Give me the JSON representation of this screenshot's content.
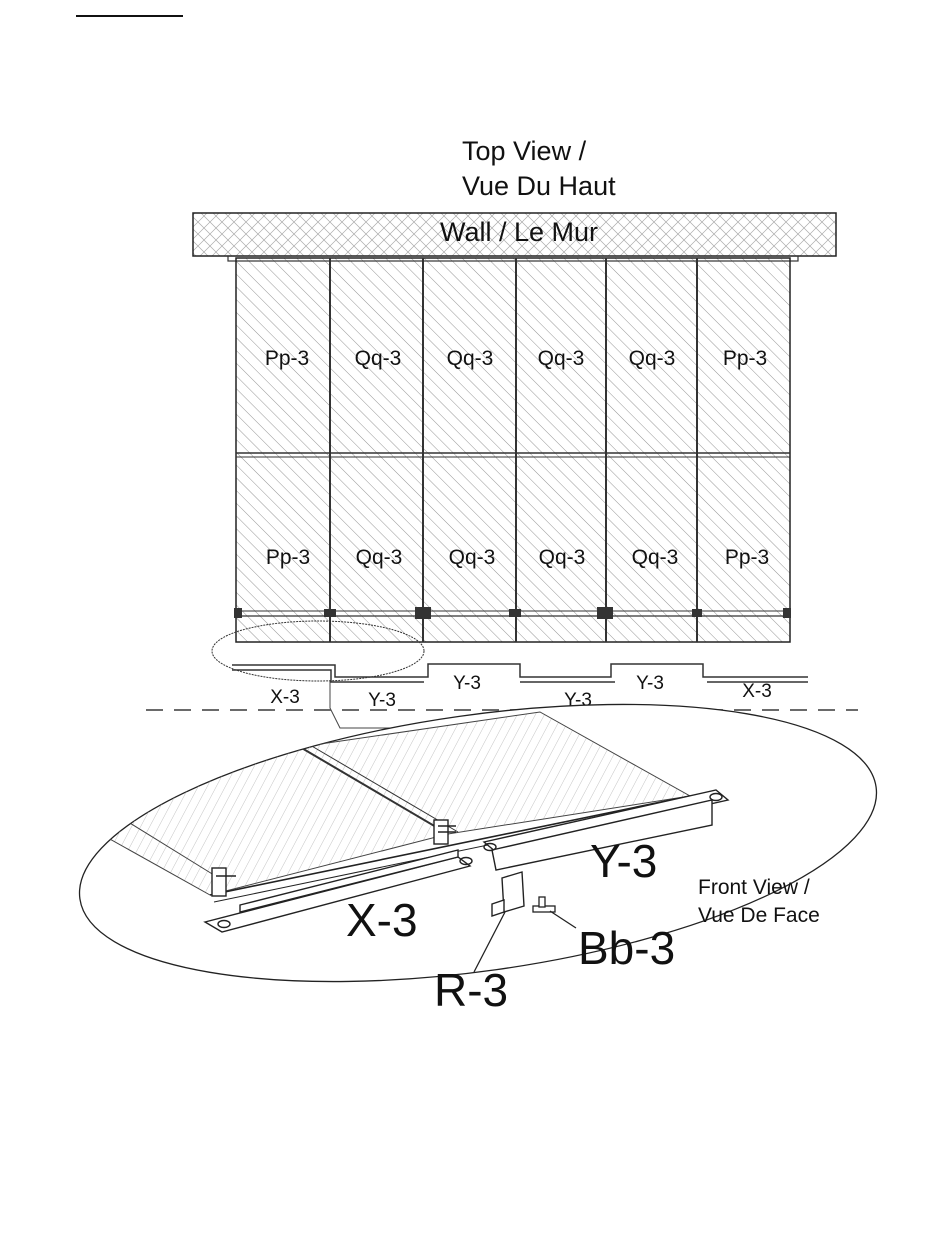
{
  "top_view": {
    "title_line1": "Top View /",
    "title_line2": "Vue Du Haut",
    "wall_label": "Wall / Le Mur",
    "panels_row1": [
      "Pp-3",
      "Qq-3",
      "Qq-3",
      "Qq-3",
      "Qq-3",
      "Pp-3"
    ],
    "panels_row2": [
      "Pp-3",
      "Qq-3",
      "Qq-3",
      "Qq-3",
      "Qq-3",
      "Pp-3"
    ],
    "rail_labels": [
      "X-3",
      "Y-3",
      "Y-3",
      "Y-3",
      "Y-3",
      "X-3"
    ]
  },
  "front_view": {
    "title_line1": "Front View /",
    "title_line2": "Vue De Face",
    "part_x": "X-3",
    "part_y": "Y-3",
    "part_r": "R-3",
    "part_bb": "Bb-3"
  },
  "colors": {
    "line": "#222222",
    "hatch": "#7a7a7a"
  }
}
